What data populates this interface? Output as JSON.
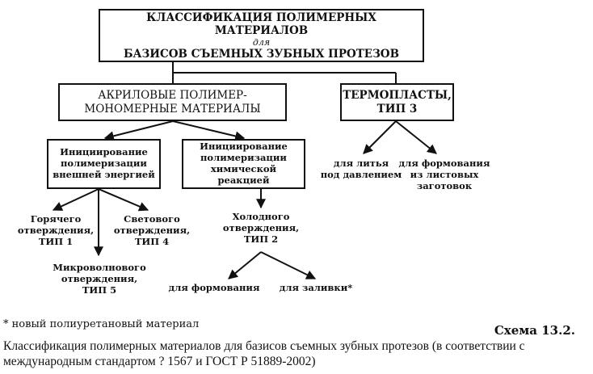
{
  "title": {
    "line1": "КЛАССИФИКАЦИЯ ПОЛИМЕРНЫХ МАТЕРИАЛОВ",
    "line2": "для",
    "line3": "БАЗИСОВ СЪЕМНЫХ ЗУБНЫХ ПРОТЕЗОВ"
  },
  "nodes": {
    "acrylic": "АКРИЛОВЫЕ ПОЛИМЕР-\nМОНОМЕРНЫЕ МАТЕРИАЛЫ",
    "thermoplastics": "ТЕРМОПЛАСТЫ,\nТИП 3",
    "external": "Инициирование\nполимеризации\nвнешней энергией",
    "chemical": "Инициирование\nполимеризации\nхимической реакцией",
    "hot": "Горячего\nотверждения,\nТИП 1",
    "light": "Светового\nотверждения,\nТИП 4",
    "microwave": "Микроволнового\nотверждения,\nТИП 5",
    "cold": "Холодного\nотверждения,\nТИП 2",
    "forming": "для формования",
    "pouring": "для заливки*",
    "injection": "для литья\nпод давлением",
    "sheet": "для формования\nиз листовых\nзаготовок"
  },
  "footnote": "* новый полиуретановый материал",
  "scheme_label": "Схема 13.2.",
  "caption": "Классификация полимерных материалов для базисов съемных зубных протезов (в соответствии с международным стандартом ? 1567 и ГОСТ Р 51889-2002)"
}
